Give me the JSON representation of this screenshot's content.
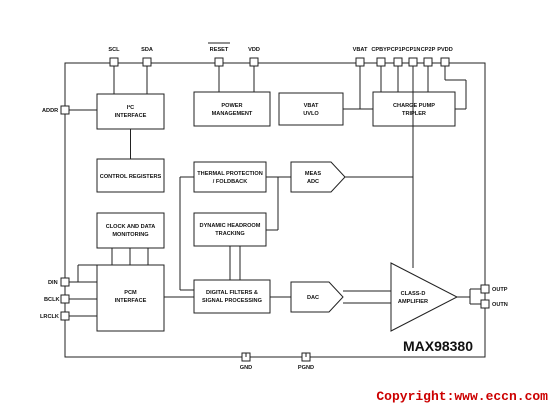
{
  "chip": {
    "part_number": "MAX98380"
  },
  "pins": {
    "top": [
      {
        "label": "SCL"
      },
      {
        "label": "SDA"
      },
      {
        "label": "RESET"
      },
      {
        "label": "VDD"
      },
      {
        "label": "VBAT"
      },
      {
        "label": "CPBYP"
      },
      {
        "label": "CP1P"
      },
      {
        "label": "CP1N"
      },
      {
        "label": "CP2P"
      },
      {
        "label": "PVDD"
      }
    ],
    "left": [
      {
        "label": "ADDR"
      },
      {
        "label": "DIN"
      },
      {
        "label": "BCLK"
      },
      {
        "label": "LRCLK"
      }
    ],
    "right": [
      {
        "label": "OUTP"
      },
      {
        "label": "OUTN"
      }
    ],
    "bottom": [
      {
        "label": "GND"
      },
      {
        "label": "PGND"
      }
    ]
  },
  "blocks": {
    "i2c_interface": {
      "line1": "I²C",
      "line2": "INTERFACE"
    },
    "control_registers": {
      "label": "CONTROL REGISTERS"
    },
    "clock_data_monitoring": {
      "line1": "CLOCK AND DATA",
      "line2": "MONITORING"
    },
    "pcm_interface": {
      "line1": "PCM",
      "line2": "INTERFACE"
    },
    "power_management": {
      "line1": "POWER",
      "line2": "MANAGEMENT"
    },
    "vbat_uvlo": {
      "line1": "VBAT",
      "line2": "UVLO"
    },
    "charge_pump": {
      "line1": "CHARGE PUMP",
      "line2": "TRIPLER"
    },
    "thermal_protection": {
      "line1": "THERMAL PROTECTION",
      "line2": "/ FOLDBACK"
    },
    "meas_adc": {
      "line1": "MEAS",
      "line2": "ADC"
    },
    "dynamic_headroom": {
      "line1": "DYNAMIC HEADROOM",
      "line2": "TRACKING"
    },
    "digital_filters": {
      "line1": "DIGITAL FILTERS &",
      "line2": "SIGNAL PROCESSING"
    },
    "dac": {
      "label": "DAC"
    },
    "class_d": {
      "line1": "CLASS-D",
      "line2": "AMPLIFIER"
    }
  },
  "watermark": {
    "text": "Copyright:www.eccn.com"
  }
}
